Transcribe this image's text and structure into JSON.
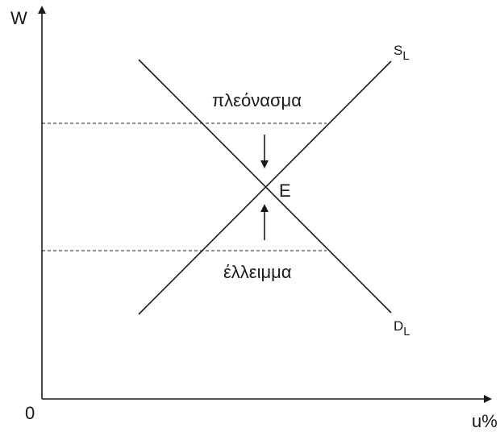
{
  "axes": {
    "y_label": "W",
    "x_label": "u%",
    "origin_label": "0"
  },
  "curves": {
    "supply": {
      "base": "S",
      "sub": "L"
    },
    "demand": {
      "base": "D",
      "sub": "L"
    }
  },
  "equilibrium": {
    "label": "E"
  },
  "regions": {
    "surplus": "πλεόνασμα",
    "deficit": "έλλειμμα"
  },
  "colors": {
    "ink": "#1a1a1a",
    "background": "#ffffff"
  }
}
